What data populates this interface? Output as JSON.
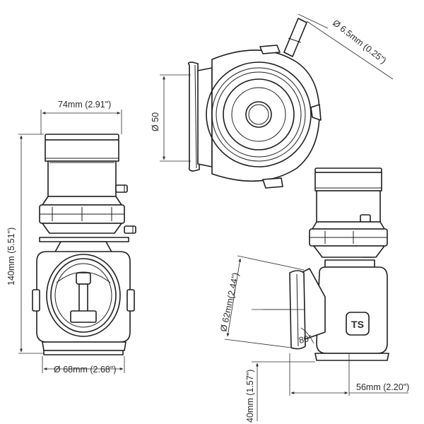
{
  "dimensions": {
    "width_top": "74mm (2.91\")",
    "height_total": "140mm (5.51\")",
    "base_diameter": "Ø 68mm (2.68\")",
    "nipple_diameter": "Ø 6.5mm (0.25\")",
    "flange_diameter": "Ø 50",
    "inlet_diameter": "Ø 62mm(2.44\")",
    "angle": "80°",
    "height_inlet": "40mm (1.57\")",
    "offset_outlet": "56mm (2.20\")"
  },
  "logo": {
    "mark": "TS"
  },
  "colors": {
    "line": "#1e1e1e",
    "background": "#ffffff"
  }
}
